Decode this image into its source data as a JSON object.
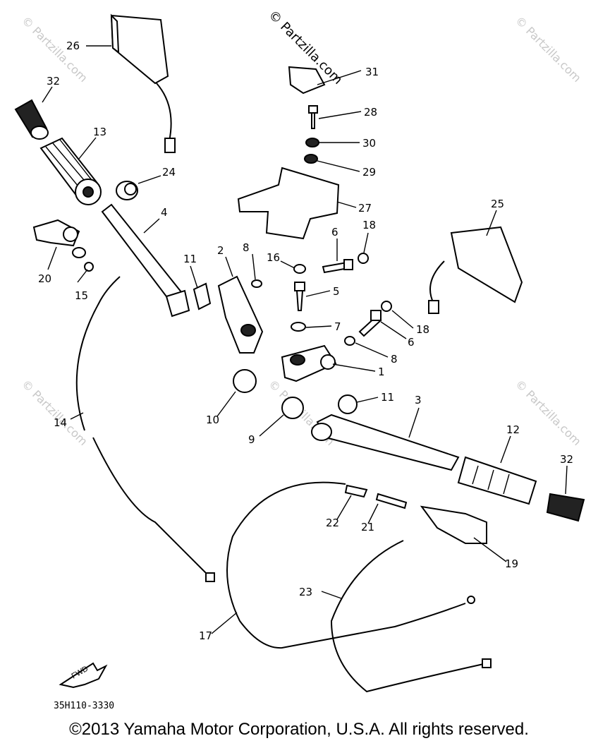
{
  "watermark": {
    "text": "© Partzilla.com"
  },
  "callouts": {
    "p26": "26",
    "p32a": "32",
    "p13": "13",
    "p24": "24",
    "p4": "4",
    "p20": "20",
    "p15": "15",
    "p11a": "11",
    "p2": "2",
    "p8a": "8",
    "p16": "16",
    "p6a": "6",
    "p18a": "18",
    "p31": "31",
    "p28": "28",
    "p30": "30",
    "p29": "29",
    "p27": "27",
    "p25": "25",
    "p5": "5",
    "p7": "7",
    "p18b": "18",
    "p6b": "6",
    "p8b": "8",
    "p1": "1",
    "p10": "10",
    "p11b": "11",
    "p3": "3",
    "p9": "9",
    "p14": "14",
    "p12": "12",
    "p32b": "32",
    "p22": "22",
    "p21": "21",
    "p19": "19",
    "p23": "23",
    "p17": "17"
  },
  "fwd_label": "FWD",
  "diagram_code": "35H110-3330",
  "copyright": "©2013 Yamaha Motor Corporation, U.S.A. All rights reserved."
}
